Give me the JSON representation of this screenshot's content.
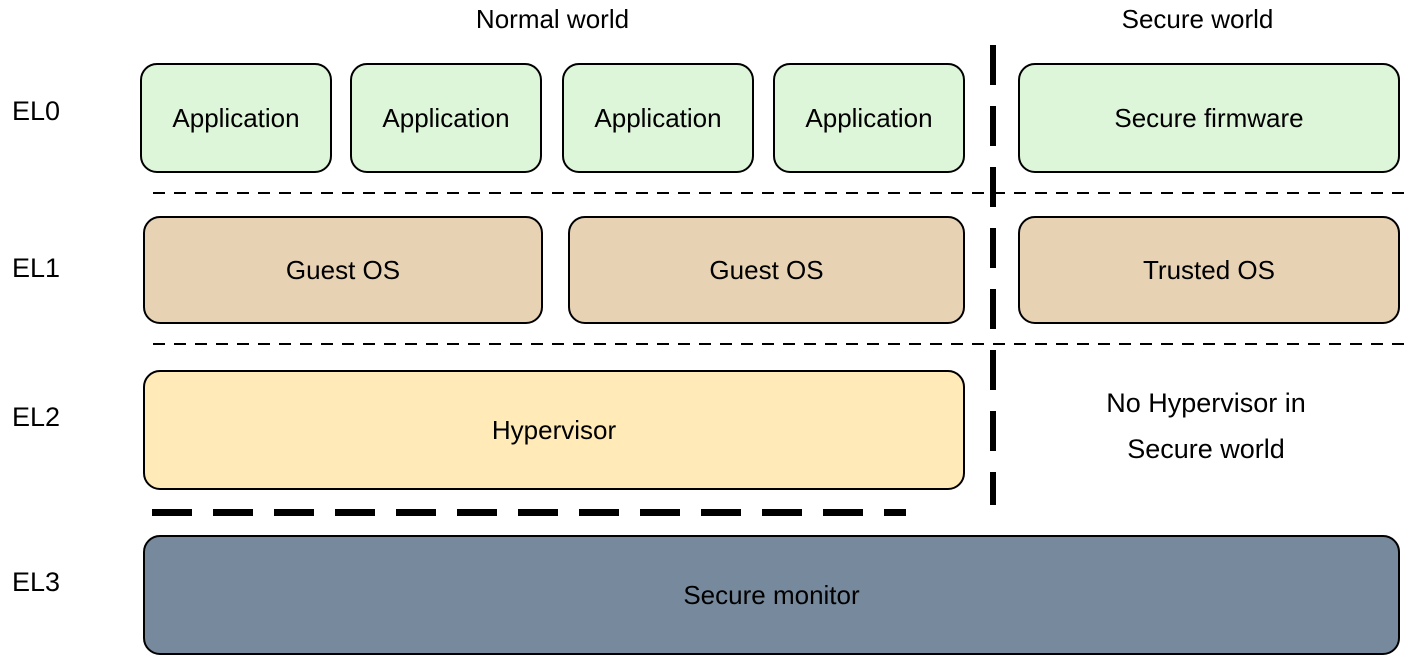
{
  "diagram": {
    "titles": {
      "normal": "Normal world",
      "secure": "Secure world"
    },
    "levels": {
      "el0": "EL0",
      "el1": "EL1",
      "el2": "EL2",
      "el3": "EL3"
    },
    "el0": {
      "apps": [
        "Application",
        "Application",
        "Application",
        "Application"
      ],
      "secure_box": "Secure firmware"
    },
    "el1": {
      "guests": [
        "Guest OS",
        "Guest OS"
      ],
      "secure_box": "Trusted OS"
    },
    "el2": {
      "hypervisor": "Hypervisor",
      "note_line1": "No Hypervisor in",
      "note_line2": "Secure world"
    },
    "el3": {
      "monitor": "Secure monitor"
    },
    "colors": {
      "app_fill": "#ddf5d8",
      "os_fill": "#e8d2b4",
      "hypervisor_fill": "#ffeab8",
      "monitor_fill": "#76899d",
      "border": "#000000"
    }
  }
}
